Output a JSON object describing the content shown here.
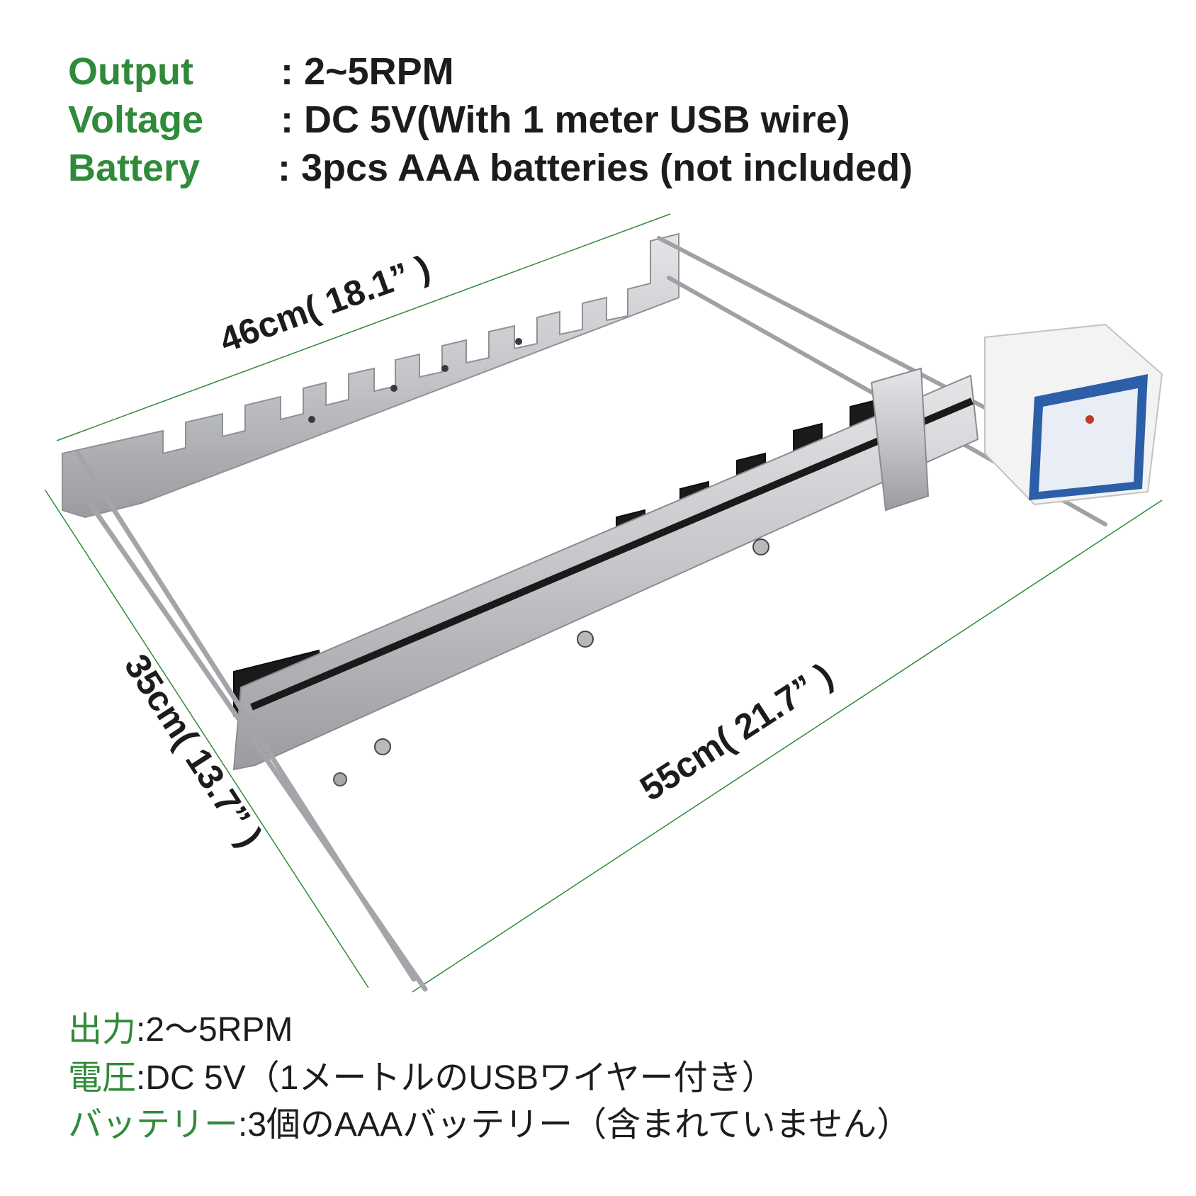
{
  "specs_en": [
    {
      "label": "Output",
      "value": ": 2~5RPM"
    },
    {
      "label": "Voltage",
      "value": ": DC 5V(With 1 meter USB wire)"
    },
    {
      "label": "Battery",
      "value": ": 3pcs AAA batteries (not included)"
    }
  ],
  "specs_jp": [
    {
      "label": "出力",
      "value": ":2～5RPM"
    },
    {
      "label": "電圧",
      "value": ":DC 5V（1メートルのUSBワイヤー付き）"
    },
    {
      "label": "バッテリー",
      "value": ":3個のAAAバッテリー（含まれていません）"
    }
  ],
  "dimensions": {
    "top": "46cm( 18.1” )",
    "left": "35cm( 13.7” )",
    "bottom": "55cm( 21.7” )"
  },
  "colors": {
    "accent": "#2f8a3a",
    "text": "#1c1c1c",
    "steel": "#c9cacc",
    "black": "#1a1a1a",
    "motor": "#f0f0f0",
    "motor_label": "#2d5fa8"
  }
}
